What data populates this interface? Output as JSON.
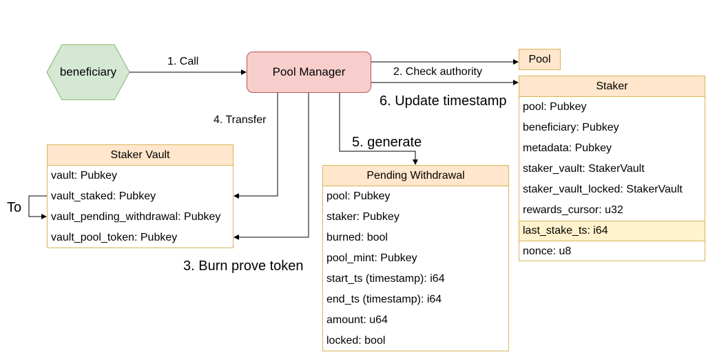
{
  "nodes": {
    "beneficiary": "beneficiary",
    "pool_manager": "Pool Manager",
    "pool": "Pool"
  },
  "edge_labels": {
    "call": "1. Call",
    "check_authority": "2. Check authority",
    "burn": "3. Burn prove token",
    "transfer": "4. Transfer",
    "generate": "5. generate",
    "update_timestamp": "6. Update timestamp",
    "to": "To"
  },
  "staker_vault": {
    "title": "Staker Vault",
    "fields": [
      "vault: Pubkey",
      "vault_staked: Pubkey",
      "vault_pending_withdrawal: Pubkey",
      "vault_pool_token: Pubkey"
    ]
  },
  "pending_withdrawal": {
    "title": "Pending Withdrawal",
    "fields": [
      "pool: Pubkey",
      "staker: Pubkey",
      "burned: bool",
      "pool_mint: Pubkey",
      "start_ts (timestamp): i64",
      "end_ts (timestamp): i64",
      "amount: u64",
      "locked: bool"
    ]
  },
  "staker": {
    "title": "Staker",
    "fields": [
      "pool: Pubkey",
      "beneficiary: Pubkey",
      "metadata: Pubkey",
      "staker_vault: StakerVault",
      "staker_vault_locked: StakerVault",
      "rewards_cursor: u32",
      "last_stake_ts: i64",
      "nonce: u8"
    ],
    "highlighted_field": "last_stake_ts: i64"
  },
  "colors": {
    "beneficiary_fill": "#d5e8d4",
    "beneficiary_stroke": "#82b366",
    "manager_fill": "#f8cecc",
    "manager_stroke": "#b85450",
    "entity_header": "#ffe6cc",
    "entity_stroke": "#d6b656",
    "highlight_row": "#fff2cc"
  }
}
